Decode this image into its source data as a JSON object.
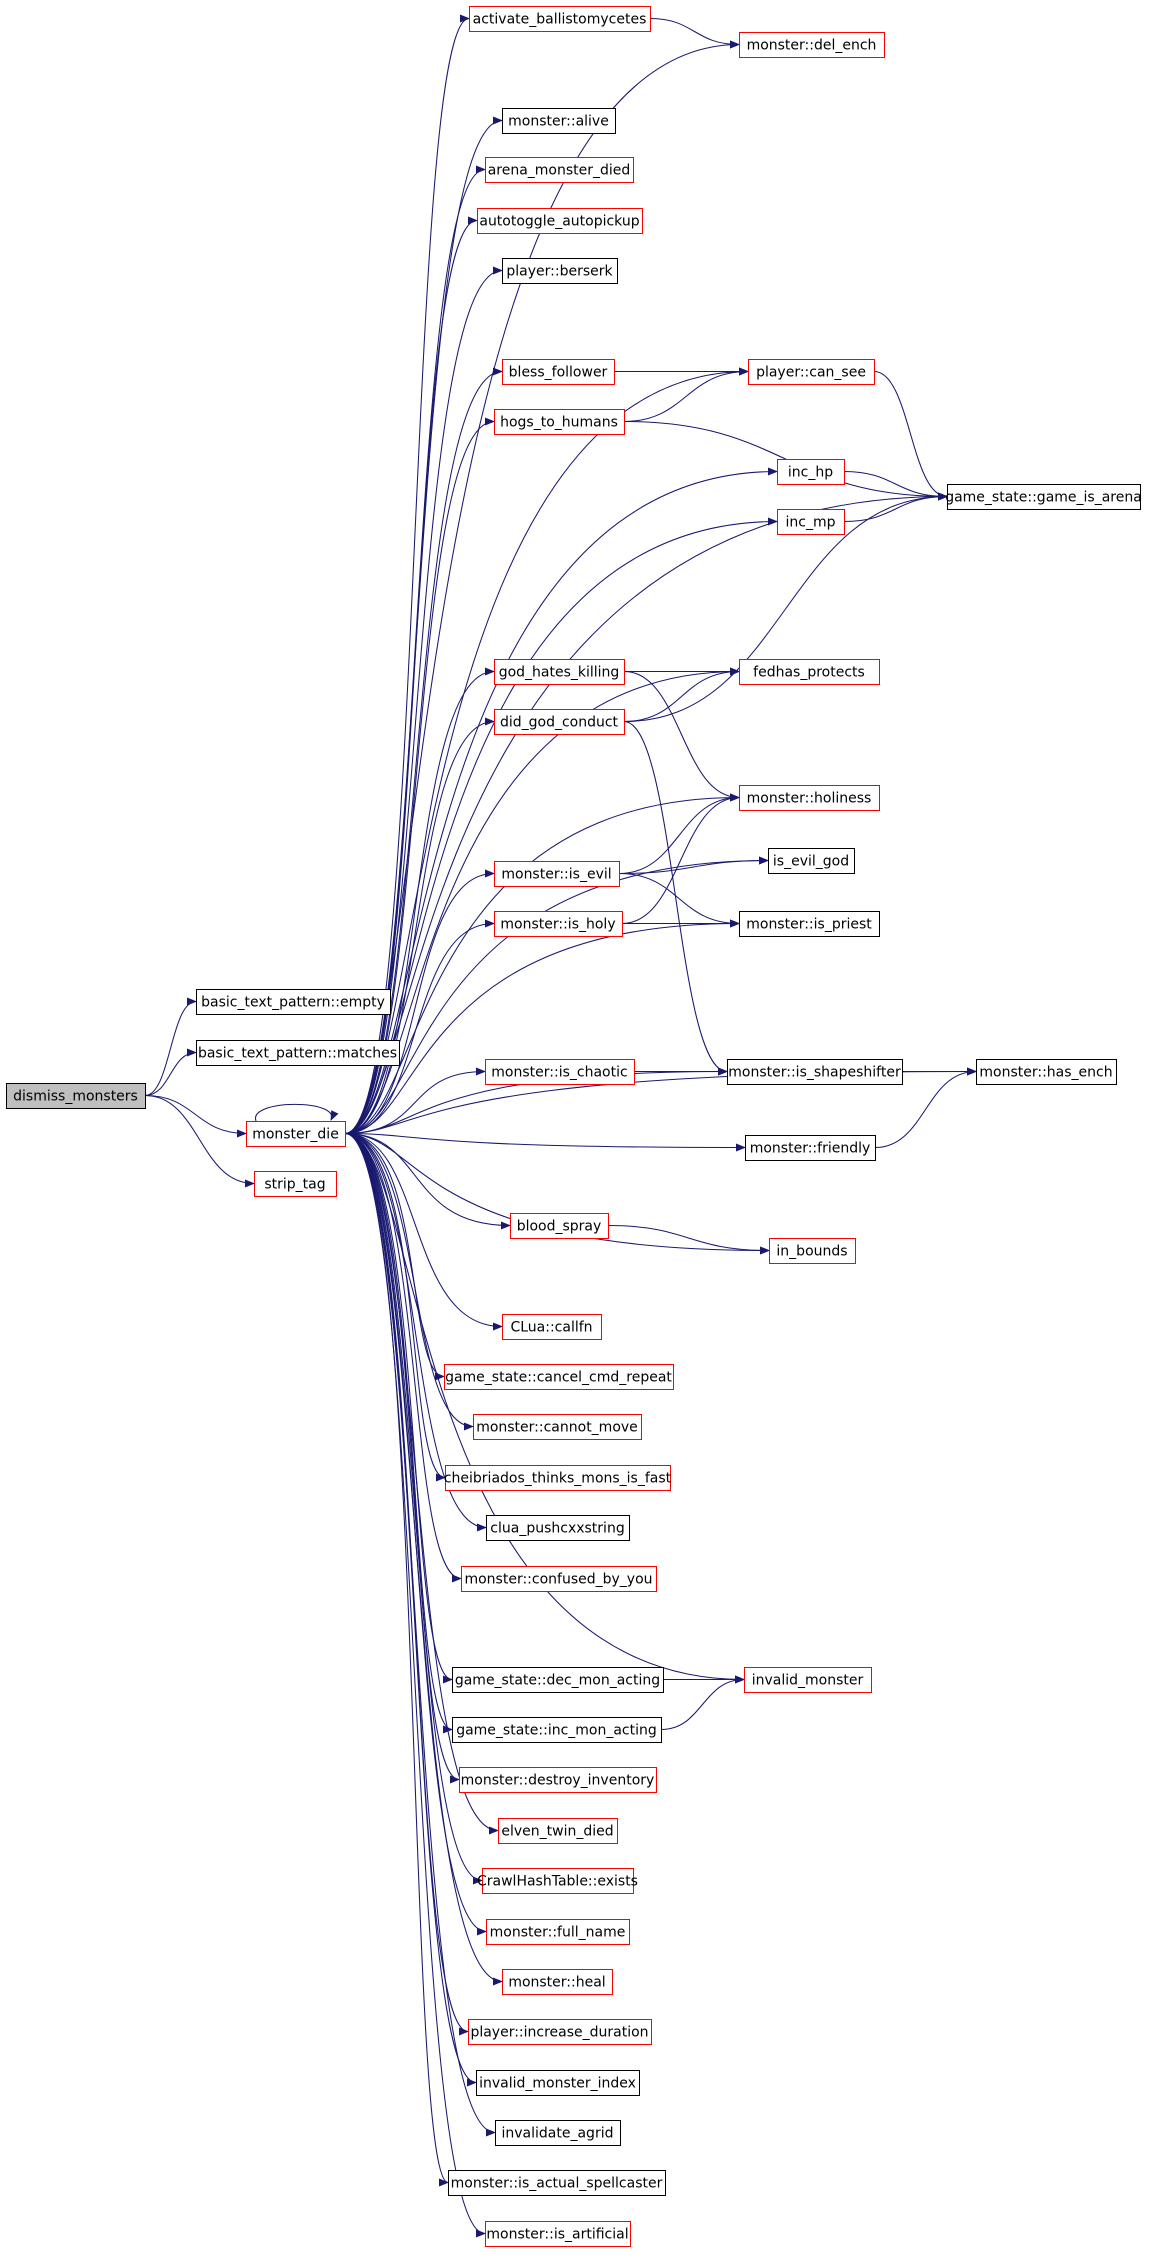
{
  "colors": {
    "edge": "#191970",
    "red_border": "#ff0000",
    "black_border": "#000000",
    "root_fill": "#bfbfbf",
    "background": "#ffffff"
  },
  "nodes": [
    {
      "id": "dismiss_monsters",
      "label": "dismiss_monsters",
      "style": "root"
    },
    {
      "id": "btp_empty",
      "label": "basic_text_pattern::empty",
      "style": "black"
    },
    {
      "id": "btp_matches",
      "label": "basic_text_pattern::matches",
      "style": "black"
    },
    {
      "id": "monster_die",
      "label": "monster_die",
      "style": "red"
    },
    {
      "id": "strip_tag",
      "label": "strip_tag",
      "style": "red"
    },
    {
      "id": "activate_ballistomycetes",
      "label": "activate_ballistomycetes",
      "style": "red"
    },
    {
      "id": "del_ench",
      "label": "monster::del_ench",
      "style": "red"
    },
    {
      "id": "alive",
      "label": "monster::alive",
      "style": "black"
    },
    {
      "id": "arena_monster_died",
      "label": "arena_monster_died",
      "style": "red"
    },
    {
      "id": "autotoggle_autopickup",
      "label": "autotoggle_autopickup",
      "style": "red"
    },
    {
      "id": "berserk",
      "label": "player::berserk",
      "style": "black"
    },
    {
      "id": "bless_follower",
      "label": "bless_follower",
      "style": "red"
    },
    {
      "id": "can_see",
      "label": "player::can_see",
      "style": "red"
    },
    {
      "id": "hogs_to_humans",
      "label": "hogs_to_humans",
      "style": "red"
    },
    {
      "id": "inc_hp",
      "label": "inc_hp",
      "style": "red"
    },
    {
      "id": "inc_mp",
      "label": "inc_mp",
      "style": "red"
    },
    {
      "id": "game_is_arena",
      "label": "game_state::game_is_arena",
      "style": "black"
    },
    {
      "id": "god_hates_killing",
      "label": "god_hates_killing",
      "style": "red"
    },
    {
      "id": "fedhas_protects",
      "label": "fedhas_protects",
      "style": "red"
    },
    {
      "id": "did_god_conduct",
      "label": "did_god_conduct",
      "style": "red"
    },
    {
      "id": "holiness",
      "label": "monster::holiness",
      "style": "red"
    },
    {
      "id": "is_evil",
      "label": "monster::is_evil",
      "style": "red"
    },
    {
      "id": "is_evil_god",
      "label": "is_evil_god",
      "style": "black"
    },
    {
      "id": "is_holy",
      "label": "monster::is_holy",
      "style": "red"
    },
    {
      "id": "is_priest",
      "label": "monster::is_priest",
      "style": "black"
    },
    {
      "id": "is_chaotic",
      "label": "monster::is_chaotic",
      "style": "red"
    },
    {
      "id": "is_shapeshifter",
      "label": "monster::is_shapeshifter",
      "style": "black"
    },
    {
      "id": "has_ench",
      "label": "monster::has_ench",
      "style": "black"
    },
    {
      "id": "friendly",
      "label": "monster::friendly",
      "style": "black"
    },
    {
      "id": "blood_spray",
      "label": "blood_spray",
      "style": "red"
    },
    {
      "id": "in_bounds",
      "label": "in_bounds",
      "style": "red"
    },
    {
      "id": "callfn",
      "label": "CLua::callfn",
      "style": "red"
    },
    {
      "id": "cancel_cmd_repeat",
      "label": "game_state::cancel_cmd_repeat",
      "style": "red"
    },
    {
      "id": "cannot_move",
      "label": "monster::cannot_move",
      "style": "red"
    },
    {
      "id": "cheibriados",
      "label": "cheibriados_thinks_mons_is_fast",
      "style": "red"
    },
    {
      "id": "clua_pushcxxstring",
      "label": "clua_pushcxxstring",
      "style": "black"
    },
    {
      "id": "confused_by_you",
      "label": "monster::confused_by_you",
      "style": "red"
    },
    {
      "id": "dec_mon_acting",
      "label": "game_state::dec_mon_acting",
      "style": "black"
    },
    {
      "id": "invalid_monster",
      "label": "invalid_monster",
      "style": "red"
    },
    {
      "id": "inc_mon_acting",
      "label": "game_state::inc_mon_acting",
      "style": "black"
    },
    {
      "id": "destroy_inventory",
      "label": "monster::destroy_inventory",
      "style": "red"
    },
    {
      "id": "elven_twin_died",
      "label": "elven_twin_died",
      "style": "red"
    },
    {
      "id": "hash_exists",
      "label": "CrawlHashTable::exists",
      "style": "red"
    },
    {
      "id": "full_name",
      "label": "monster::full_name",
      "style": "red"
    },
    {
      "id": "heal",
      "label": "monster::heal",
      "style": "red"
    },
    {
      "id": "increase_duration",
      "label": "player::increase_duration",
      "style": "red"
    },
    {
      "id": "invalid_monster_index",
      "label": "invalid_monster_index",
      "style": "black"
    },
    {
      "id": "invalidate_agrid",
      "label": "invalidate_agrid",
      "style": "black"
    },
    {
      "id": "is_actual_spellcaster",
      "label": "monster::is_actual_spellcaster",
      "style": "black"
    },
    {
      "id": "is_artificial",
      "label": "monster::is_artificial",
      "style": "red"
    }
  ],
  "edges": [
    [
      "dismiss_monsters",
      "btp_empty"
    ],
    [
      "dismiss_monsters",
      "btp_matches"
    ],
    [
      "dismiss_monsters",
      "monster_die"
    ],
    [
      "dismiss_monsters",
      "strip_tag"
    ],
    [
      "monster_die",
      "monster_die"
    ],
    [
      "monster_die",
      "activate_ballistomycetes"
    ],
    [
      "monster_die",
      "del_ench"
    ],
    [
      "monster_die",
      "alive"
    ],
    [
      "monster_die",
      "arena_monster_died"
    ],
    [
      "monster_die",
      "autotoggle_autopickup"
    ],
    [
      "monster_die",
      "berserk"
    ],
    [
      "monster_die",
      "bless_follower"
    ],
    [
      "monster_die",
      "can_see"
    ],
    [
      "monster_die",
      "hogs_to_humans"
    ],
    [
      "monster_die",
      "inc_hp"
    ],
    [
      "monster_die",
      "inc_mp"
    ],
    [
      "monster_die",
      "game_is_arena"
    ],
    [
      "monster_die",
      "god_hates_killing"
    ],
    [
      "monster_die",
      "fedhas_protects"
    ],
    [
      "monster_die",
      "did_god_conduct"
    ],
    [
      "monster_die",
      "holiness"
    ],
    [
      "monster_die",
      "is_evil"
    ],
    [
      "monster_die",
      "is_evil_god"
    ],
    [
      "monster_die",
      "is_holy"
    ],
    [
      "monster_die",
      "is_priest"
    ],
    [
      "monster_die",
      "is_chaotic"
    ],
    [
      "monster_die",
      "is_shapeshifter"
    ],
    [
      "monster_die",
      "has_ench"
    ],
    [
      "monster_die",
      "friendly"
    ],
    [
      "monster_die",
      "blood_spray"
    ],
    [
      "monster_die",
      "in_bounds"
    ],
    [
      "monster_die",
      "callfn"
    ],
    [
      "monster_die",
      "cancel_cmd_repeat"
    ],
    [
      "monster_die",
      "cannot_move"
    ],
    [
      "monster_die",
      "cheibriados"
    ],
    [
      "monster_die",
      "clua_pushcxxstring"
    ],
    [
      "monster_die",
      "confused_by_you"
    ],
    [
      "monster_die",
      "invalid_monster"
    ],
    [
      "monster_die",
      "dec_mon_acting"
    ],
    [
      "monster_die",
      "inc_mon_acting"
    ],
    [
      "monster_die",
      "destroy_inventory"
    ],
    [
      "monster_die",
      "elven_twin_died"
    ],
    [
      "monster_die",
      "hash_exists"
    ],
    [
      "monster_die",
      "full_name"
    ],
    [
      "monster_die",
      "heal"
    ],
    [
      "monster_die",
      "increase_duration"
    ],
    [
      "monster_die",
      "invalid_monster_index"
    ],
    [
      "monster_die",
      "invalidate_agrid"
    ],
    [
      "monster_die",
      "is_actual_spellcaster"
    ],
    [
      "monster_die",
      "is_artificial"
    ],
    [
      "activate_ballistomycetes",
      "del_ench"
    ],
    [
      "bless_follower",
      "can_see"
    ],
    [
      "hogs_to_humans",
      "can_see"
    ],
    [
      "hogs_to_humans",
      "game_is_arena"
    ],
    [
      "can_see",
      "game_is_arena"
    ],
    [
      "inc_hp",
      "game_is_arena"
    ],
    [
      "inc_mp",
      "game_is_arena"
    ],
    [
      "god_hates_killing",
      "fedhas_protects"
    ],
    [
      "god_hates_killing",
      "holiness"
    ],
    [
      "did_god_conduct",
      "fedhas_protects"
    ],
    [
      "did_god_conduct",
      "game_is_arena"
    ],
    [
      "did_god_conduct",
      "is_shapeshifter"
    ],
    [
      "is_evil",
      "holiness"
    ],
    [
      "is_evil",
      "is_evil_god"
    ],
    [
      "is_evil",
      "is_priest"
    ],
    [
      "is_holy",
      "holiness"
    ],
    [
      "is_holy",
      "is_priest"
    ],
    [
      "is_chaotic",
      "is_shapeshifter"
    ],
    [
      "is_shapeshifter",
      "has_ench"
    ],
    [
      "friendly",
      "has_ench"
    ],
    [
      "blood_spray",
      "in_bounds"
    ],
    [
      "dec_mon_acting",
      "invalid_monster"
    ],
    [
      "inc_mon_acting",
      "invalid_monster"
    ]
  ]
}
